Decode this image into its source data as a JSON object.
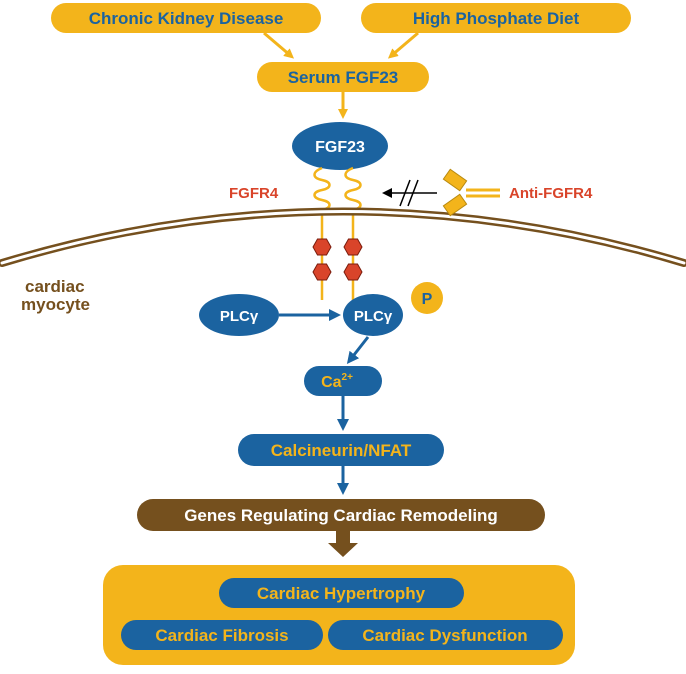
{
  "top_boxes": {
    "ckd": "Chronic Kidney Disease",
    "diet": "High Phosphate Diet"
  },
  "serum_fgf23": "Serum FGF23",
  "ligand": "FGF23",
  "receptor_label": "FGFR4",
  "antibody_label": "Anti-FGFR4",
  "cell_label": {
    "line1": "cardiac",
    "line2": "myocyte"
  },
  "plc_inactive": "PLCγ",
  "plc_active": "PLCγ",
  "phospho": "P",
  "calcium": {
    "base": "Ca",
    "charge": "2+"
  },
  "calcineurin": "Calcineurin/NFAT",
  "genes": "Genes Regulating Cardiac Remodeling",
  "outcomes": {
    "hypertrophy": "Cardiac Hypertrophy",
    "fibrosis": "Cardiac Fibrosis",
    "dysfunction": "Cardiac Dysfunction"
  },
  "colors": {
    "yellow": "#F3B41B",
    "blue": "#1B63A0",
    "brown": "#75501E",
    "red": "#D9442A",
    "hexagon": "#D9442A"
  }
}
